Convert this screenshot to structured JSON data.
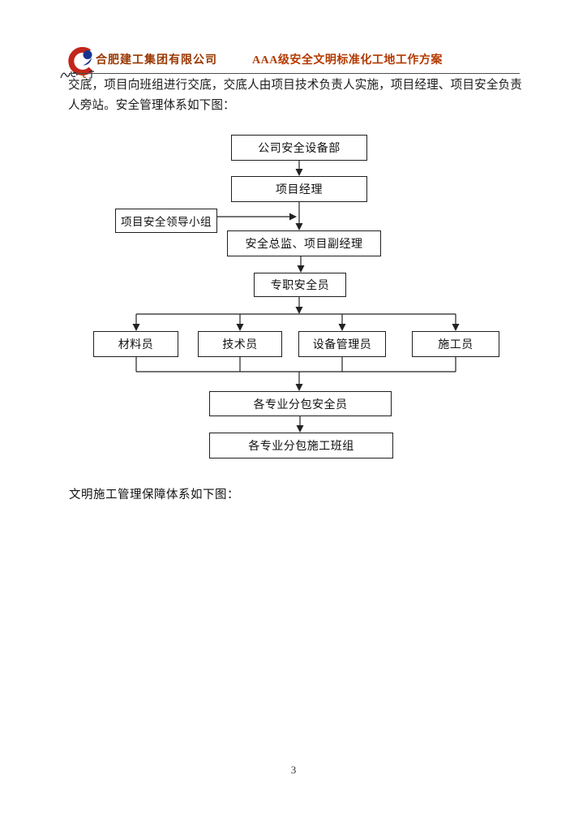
{
  "header": {
    "company": "合肥建工集团有限公司",
    "title": "AAA级安全文明标准化工地工作方案",
    "logo_icon": "red-blue-swirl-logo",
    "company_color": "#993700",
    "title_color": "#b33a00"
  },
  "body": {
    "paragraph": "交底，项目向班组进行交底，交底人由项目技术负责人实施，项目经理、项目安全负责人旁站。安全管理体系如下图：",
    "caption": "文明施工管理保障体系如下图："
  },
  "diagram": {
    "type": "flowchart",
    "title": "安全管理体系图",
    "nodes": {
      "company_safety_dept": "公司安全设备部",
      "project_manager": "项目经理",
      "safety_leading_group": "项目安全领导小组",
      "safety_director": "安全总监、项目副经理",
      "fulltime_safety_officer": "专职安全员",
      "material_clerk": "材料员",
      "technician": "技术员",
      "equipment_manager": "设备管理员",
      "construction_worker": "施工员",
      "sub_safety_officers": "各专业分包安全员",
      "sub_construction_teams": "各专业分包施工班组"
    },
    "edges": [
      "公司安全设备部 -> 项目经理",
      "项目经理 -> 安全总监、项目副经理",
      "项目安全领导小组 -> 安全总监、项目副经理",
      "安全总监、项目副经理 -> 专职安全员",
      "专职安全员 -> 材料员",
      "专职安全员 -> 技术员",
      "专职安全员 -> 设备管理员",
      "专职安全员 -> 施工员",
      "材料员 -> 各专业分包安全员",
      "技术员 -> 各专业分包安全员",
      "设备管理员 -> 各专业分包安全员",
      "施工员 -> 各专业分包安全员",
      "各专业分包安全员 -> 各专业分包施工班组"
    ],
    "line_color": "#222222"
  },
  "footer": {
    "page_number": "3"
  }
}
